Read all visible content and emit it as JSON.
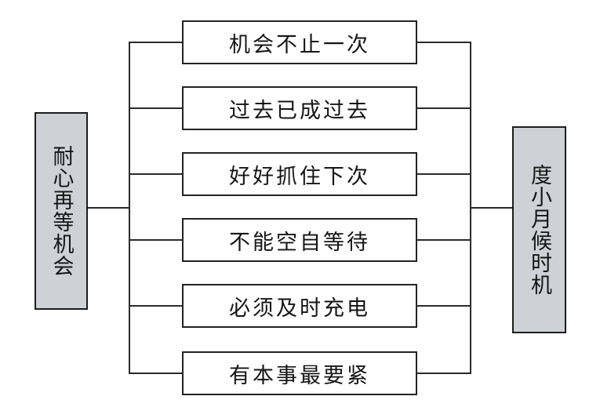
{
  "diagram": {
    "type": "tree-bracket-diagram",
    "title": "耐心再等机会 / 度小月候时机",
    "background_color": "#ffffff",
    "line_color": "#2b2b2b",
    "node_fill": "#ced2d6",
    "node_border": "#1c1c1c",
    "box_fill": "#ffffff",
    "box_border": "#232323",
    "left_node": {
      "label": "耐心再等机会",
      "orientation": "vertical"
    },
    "right_node": {
      "label": "度小月候时机",
      "orientation": "vertical"
    },
    "items": [
      {
        "label": "机会不止一次"
      },
      {
        "label": "过去已成过去"
      },
      {
        "label": "好好抓住下次"
      },
      {
        "label": "不能空自等待"
      },
      {
        "label": "必须及时充电"
      },
      {
        "label": "有本事最要紧"
      }
    ]
  }
}
